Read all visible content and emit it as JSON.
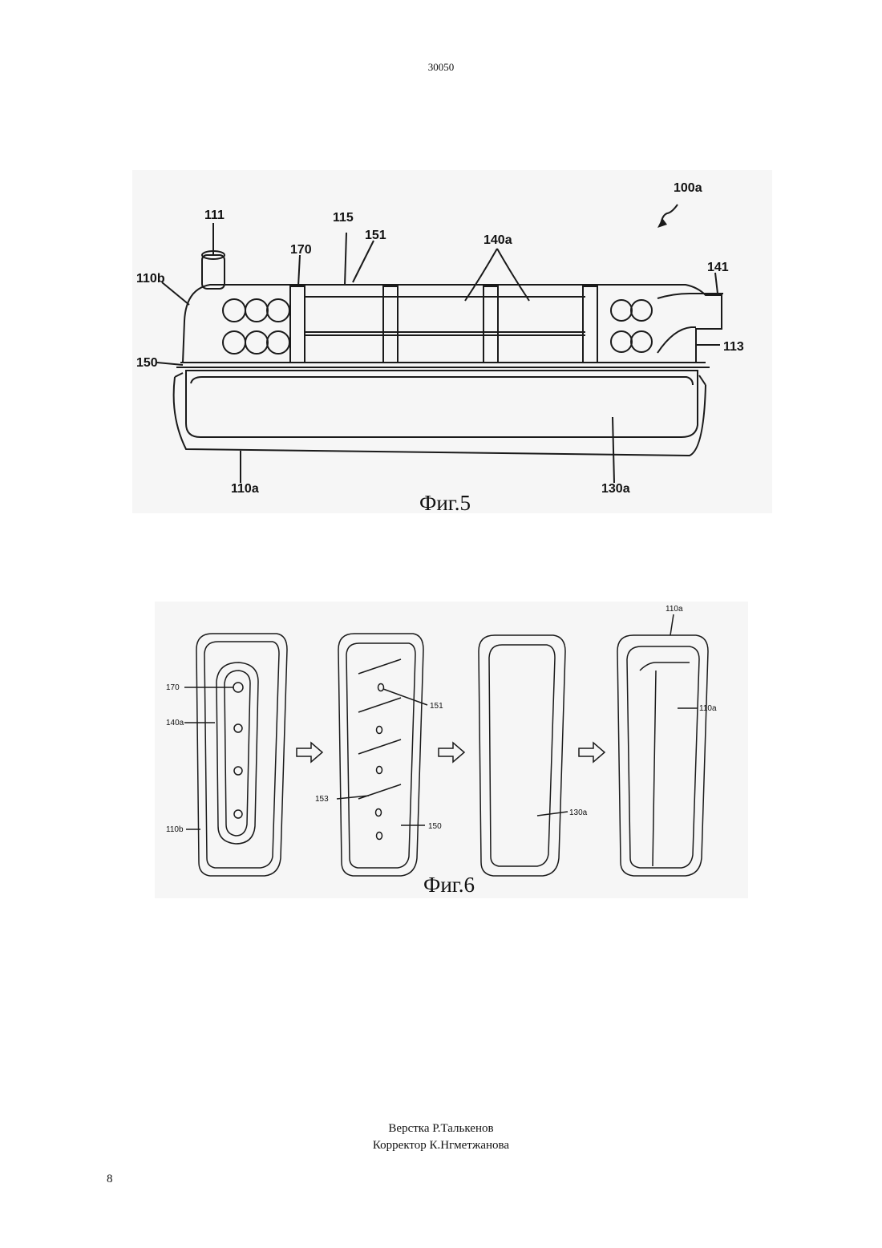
{
  "header": {
    "doc_number": "30050"
  },
  "figure5": {
    "caption": "Фиг.5",
    "labels": {
      "l100a": "100a",
      "l111": "111",
      "l115": "115",
      "l151": "151",
      "l140a": "140a",
      "l170": "170",
      "l110b": "110b",
      "l141": "141",
      "l150": "150",
      "l113": "113",
      "l110a": "110a",
      "l130a": "130a"
    }
  },
  "figure6": {
    "caption": "Фиг.6",
    "labels": {
      "l170": "170",
      "l140a": "140a",
      "l110b": "110b",
      "l151": "151",
      "l153": "153",
      "l150": "150",
      "l130a": "130a",
      "l110a_top": "110a",
      "l110a_side": "110a"
    }
  },
  "footer": {
    "layout_credit": "Верстка Р.Талькенов",
    "proof_credit": "Корректор К.Нгметжанова",
    "page_number": "8"
  }
}
